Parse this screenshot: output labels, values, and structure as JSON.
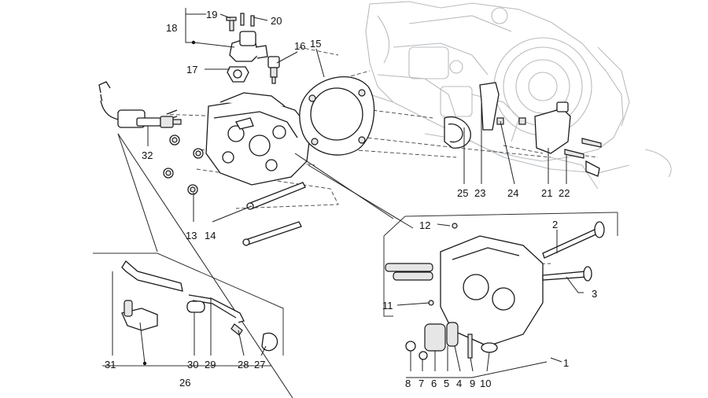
{
  "labels": [
    {
      "id": "l1",
      "text": "1"
    },
    {
      "id": "l2",
      "text": "2"
    },
    {
      "id": "l3",
      "text": "3"
    },
    {
      "id": "l4",
      "text": "4"
    },
    {
      "id": "l5",
      "text": "5"
    },
    {
      "id": "l6",
      "text": "6"
    },
    {
      "id": "l7",
      "text": "7"
    },
    {
      "id": "l8",
      "text": "8"
    },
    {
      "id": "l9",
      "text": "9"
    },
    {
      "id": "l10",
      "text": "10"
    },
    {
      "id": "l11",
      "text": "11"
    },
    {
      "id": "l12",
      "text": "12"
    },
    {
      "id": "l13",
      "text": "13"
    },
    {
      "id": "l14",
      "text": "14"
    },
    {
      "id": "l15",
      "text": "15"
    },
    {
      "id": "l16",
      "text": "16"
    },
    {
      "id": "l17",
      "text": "17"
    },
    {
      "id": "l18",
      "text": "18"
    },
    {
      "id": "l19",
      "text": "19"
    },
    {
      "id": "l20",
      "text": "20"
    },
    {
      "id": "l21",
      "text": "21"
    },
    {
      "id": "l22",
      "text": "22"
    },
    {
      "id": "l23",
      "text": "23"
    },
    {
      "id": "l24",
      "text": "24"
    },
    {
      "id": "l25",
      "text": "25"
    },
    {
      "id": "l26",
      "text": "26"
    },
    {
      "id": "l27",
      "text": "27"
    },
    {
      "id": "l28",
      "text": "28"
    },
    {
      "id": "l29",
      "text": "29"
    },
    {
      "id": "l30",
      "text": "30"
    },
    {
      "id": "l31",
      "text": "31"
    },
    {
      "id": "l32",
      "text": "32"
    }
  ]
}
